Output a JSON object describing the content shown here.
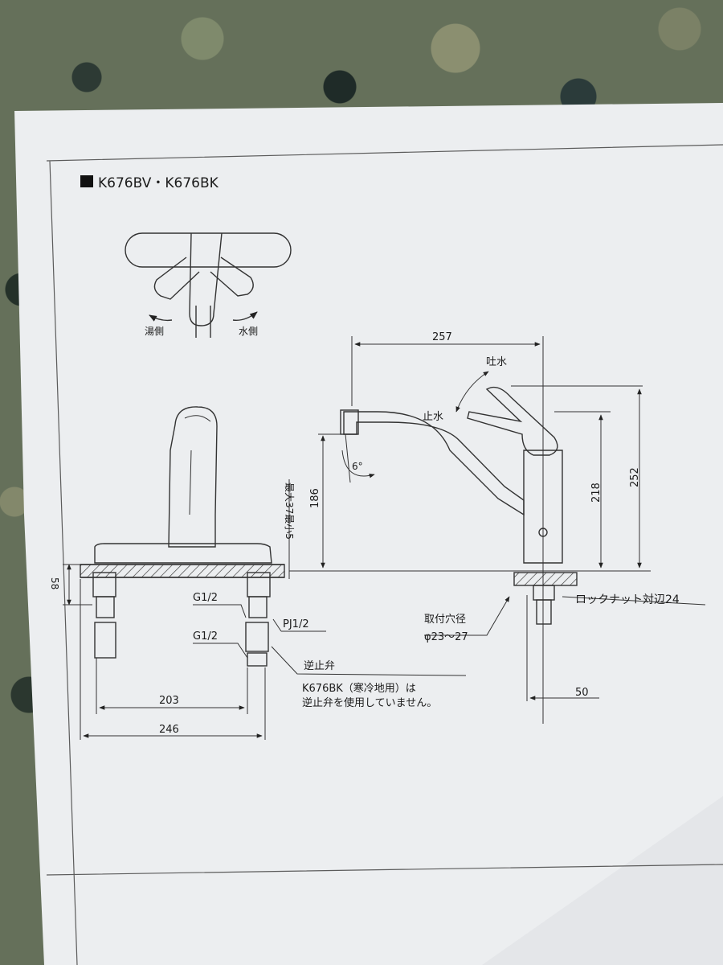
{
  "title": "K676BV・K676BK",
  "top_view": {
    "hot_label": "湯側",
    "cold_label": "水側"
  },
  "side_view": {
    "dim_spout_reach": "257",
    "spout_label": "吐水",
    "stop_label": "止水",
    "dim_height_total": "252",
    "dim_height_lever": "218",
    "dim_outlet_height": "186",
    "angle_label": "6°",
    "mount_hole_label": "取付穴径",
    "mount_hole_value": "φ23～27",
    "lock_nut_label": "ロックナット対辺24",
    "dim_base": "50"
  },
  "front_view": {
    "deck_thickness_label": "最大37最小5",
    "dim_58": "58",
    "g_half_upper": "G1/2",
    "g_half_lower": "G1/2",
    "pj_half": "PJ1/2",
    "check_valve": "逆止弁",
    "note_line1": "K676BK（寒冷地用）は",
    "note_line2": "逆止弁を使用していません。",
    "dim_203": "203",
    "dim_246": "246"
  }
}
